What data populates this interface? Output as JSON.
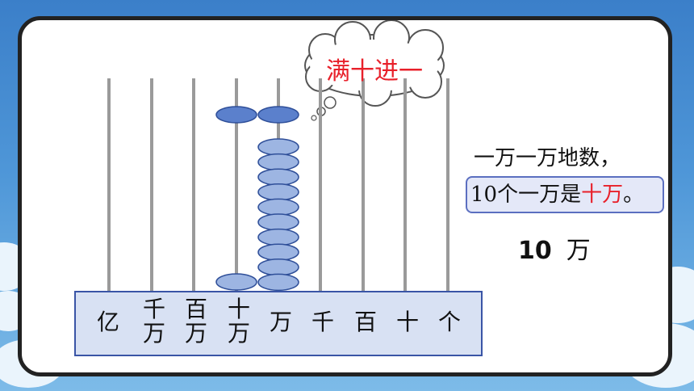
{
  "bubble": {
    "text": "满十进一"
  },
  "places": [
    {
      "label": "亿"
    },
    {
      "label": "千\n万"
    },
    {
      "label": "百\n万"
    },
    {
      "label": "十\n万"
    },
    {
      "label": "万"
    },
    {
      "label": "千"
    },
    {
      "label": "百"
    },
    {
      "label": "十"
    },
    {
      "label": "个"
    }
  ],
  "beads": {
    "shiwan_column": 2,
    "wan_column": 11
  },
  "explanation": {
    "line1": "一万一万地数，",
    "line2_prefix": "10个一万是",
    "line2_highlight": "十万",
    "line2_suffix": "。"
  },
  "result": {
    "number": "10",
    "unit": "万"
  },
  "colors": {
    "bead_fill": "#9db5e2",
    "bead_dark": "#5b80cc",
    "rod": "#9a9a9a",
    "highlight": "#e8202a",
    "frame": "#222222"
  }
}
